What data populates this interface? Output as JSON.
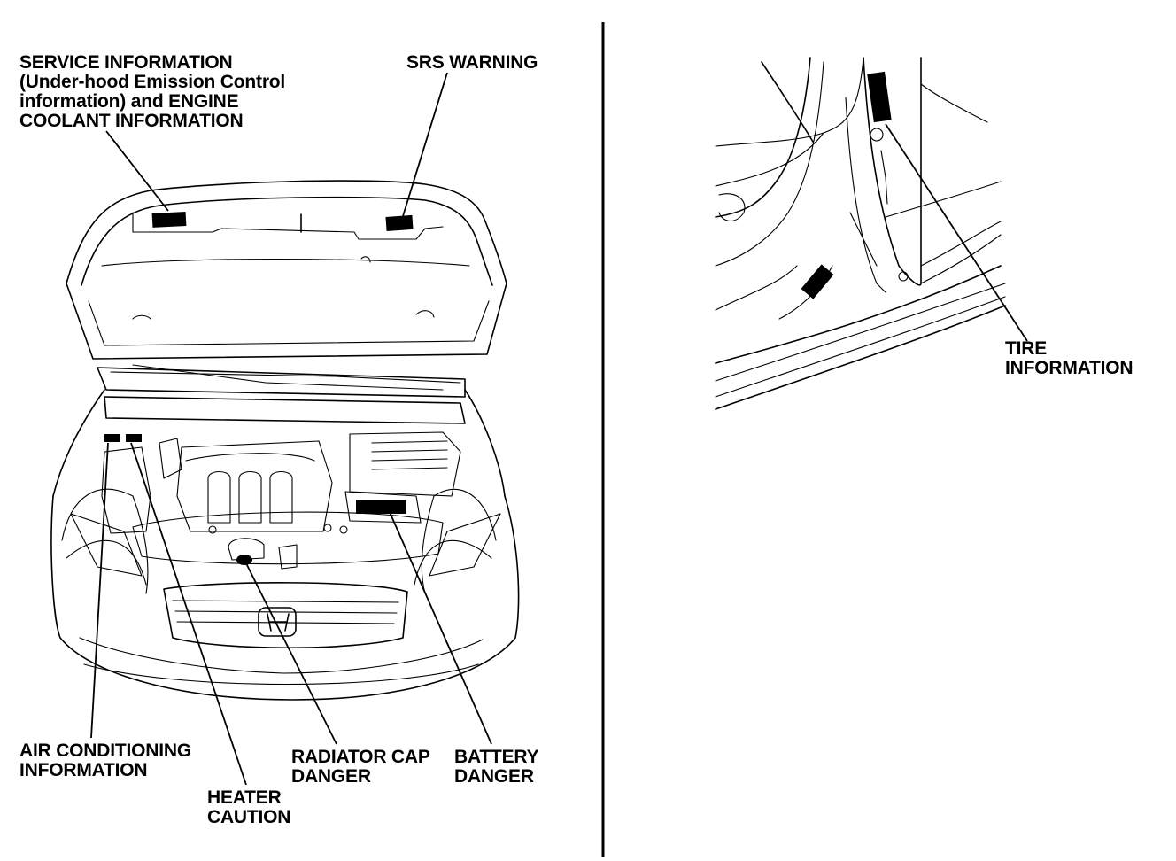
{
  "labels": {
    "service_info": [
      "SERVICE INFORMATION",
      "(Under-hood Emission Control",
      "information) and ENGINE",
      "COOLANT INFORMATION"
    ],
    "srs_warning": [
      "SRS WARNING"
    ],
    "air_conditioning": [
      "AIR CONDITIONING",
      "INFORMATION"
    ],
    "heater_caution": [
      "HEATER",
      "CAUTION"
    ],
    "radiator_cap": [
      "RADIATOR CAP",
      "DANGER"
    ],
    "battery": [
      "BATTERY",
      "DANGER"
    ],
    "tire_info": [
      "TIRE",
      "INFORMATION"
    ]
  }
}
